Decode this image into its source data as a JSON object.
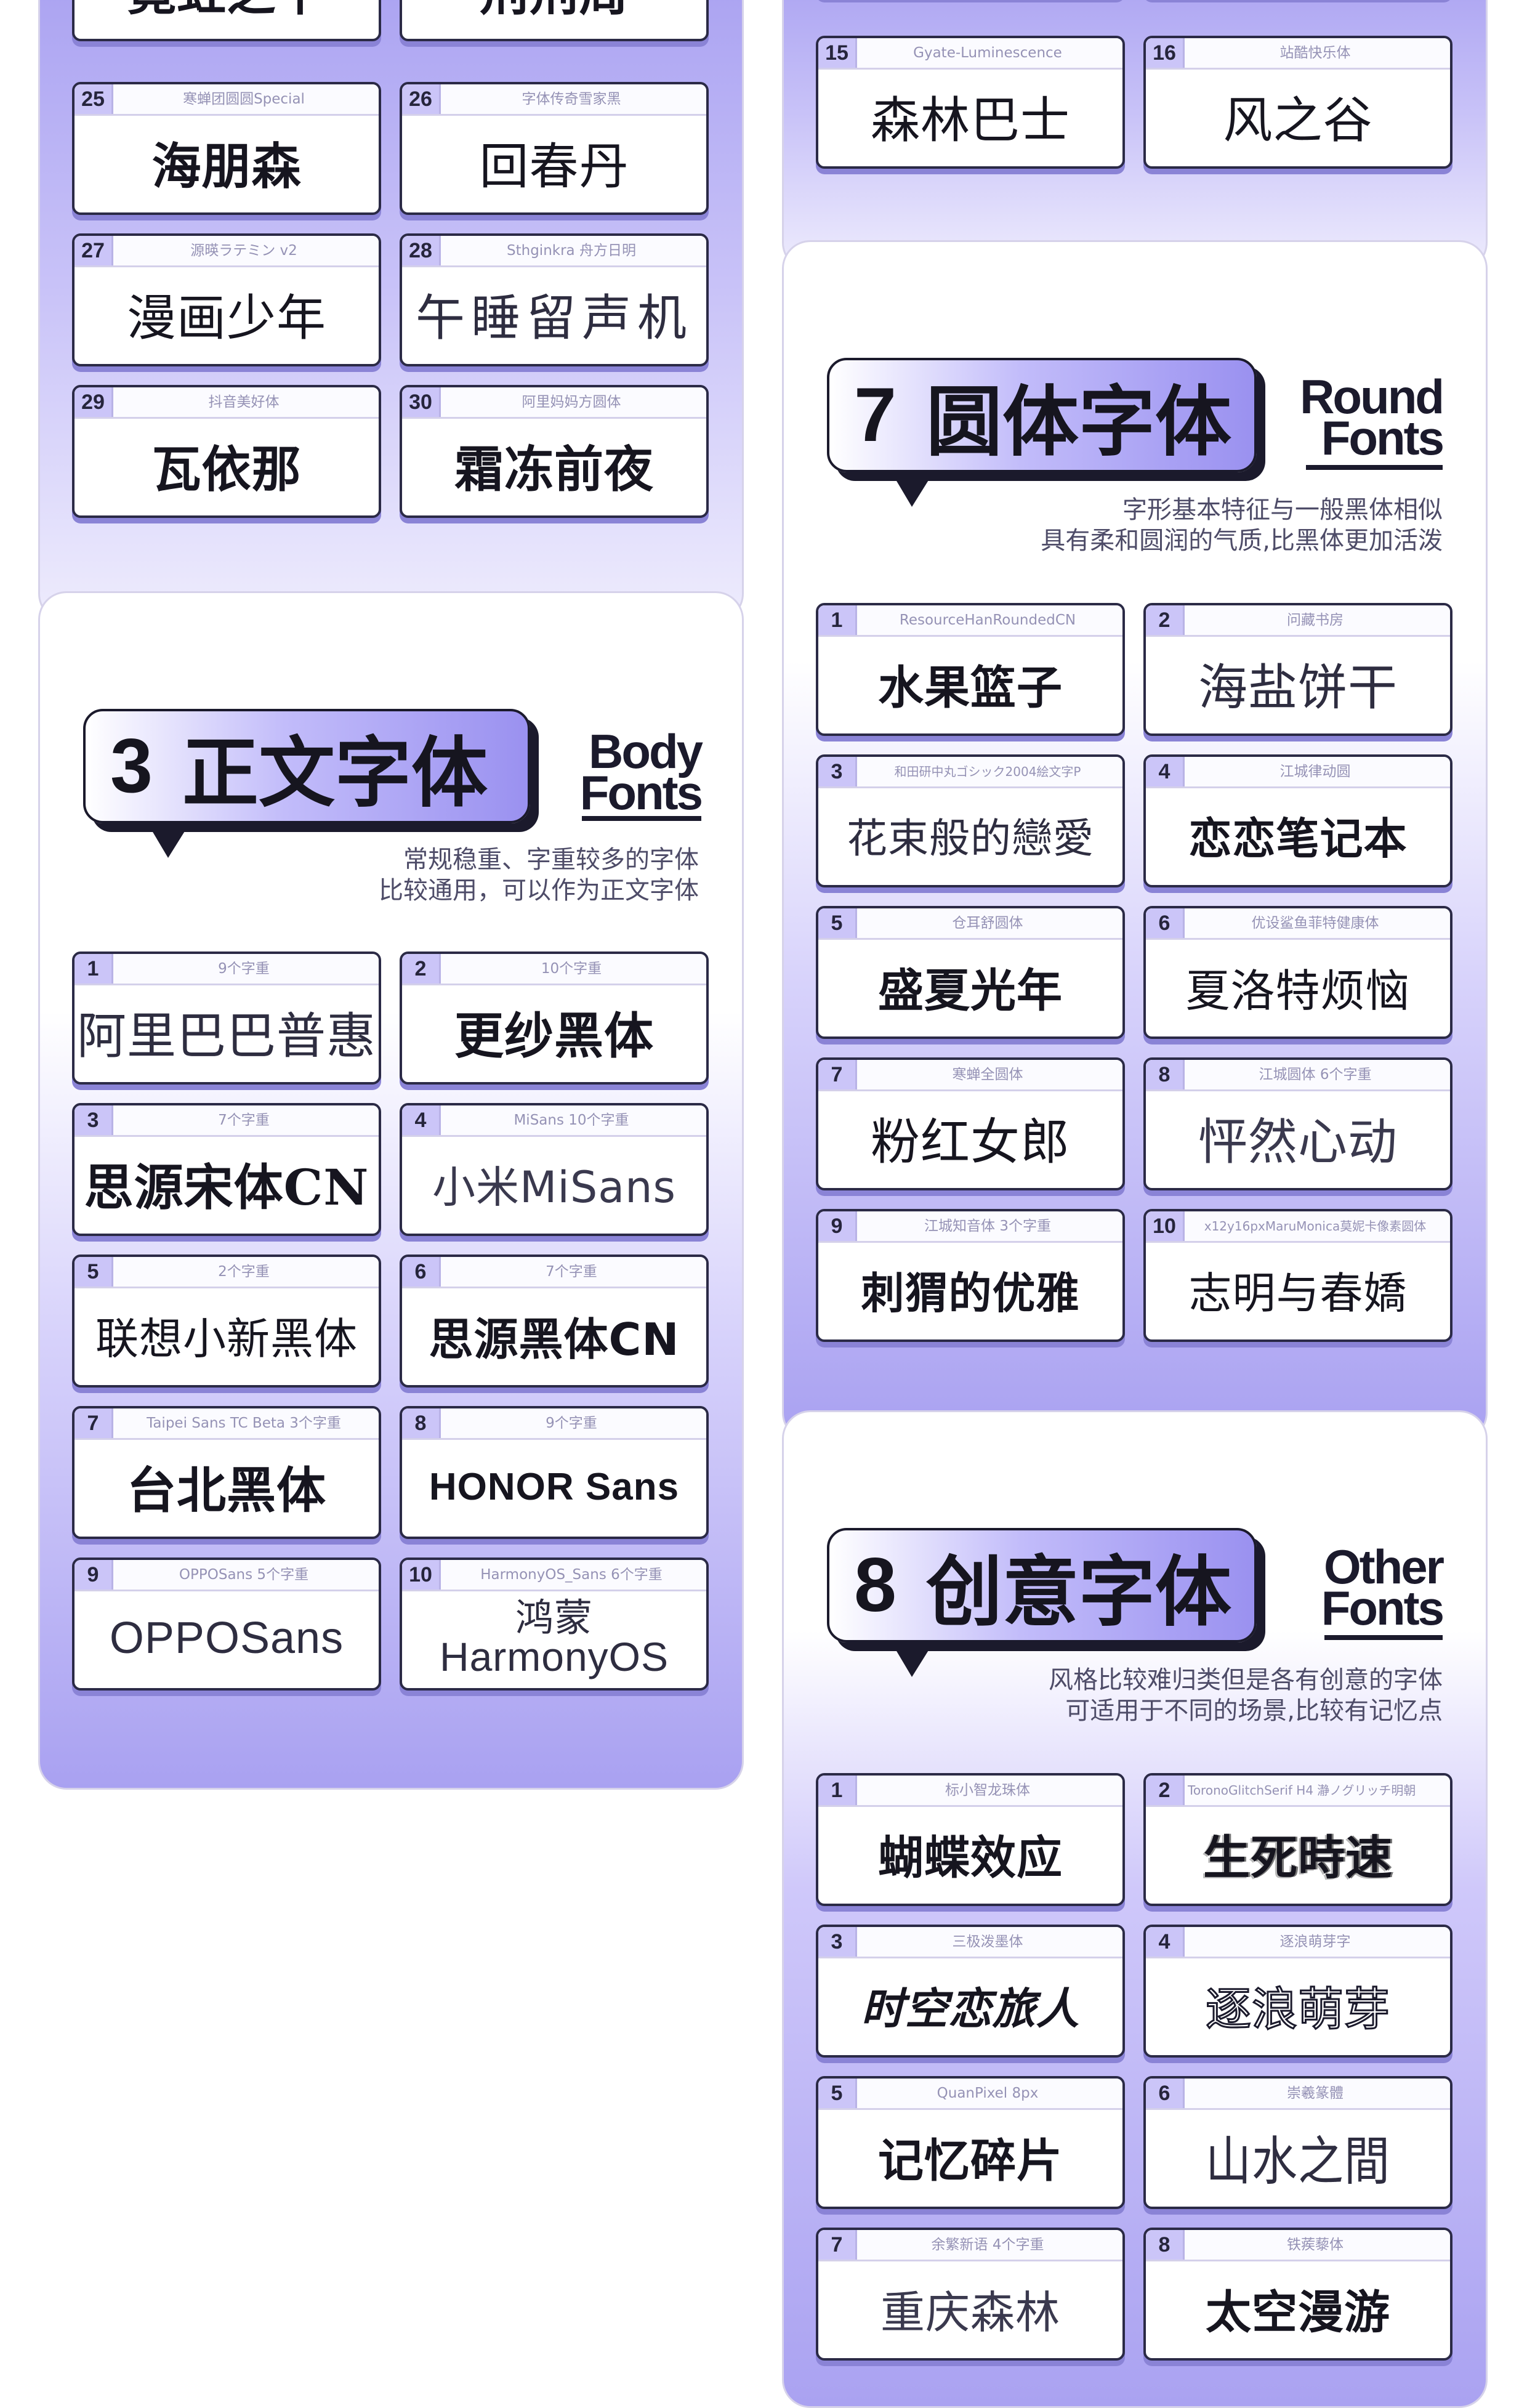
{
  "sections": {
    "s2_tail": {
      "top_partial": [
        "霓虹之下",
        "荆荆周"
      ],
      "cards": [
        {
          "num": "25",
          "sub": "寒蝉团圆圆Special",
          "name": "海朋森"
        },
        {
          "num": "26",
          "sub": "字体传奇雪家黑",
          "name": "回春丹"
        },
        {
          "num": "27",
          "sub": "源暎ラテミン v2",
          "name": "漫画少年"
        },
        {
          "num": "28",
          "sub": "Sthginkra 舟方日明",
          "name": "午睡留声机"
        },
        {
          "num": "29",
          "sub": "抖音美好体",
          "name": "瓦依那"
        },
        {
          "num": "30",
          "sub": "阿里妈妈方圆体",
          "name": "霜冻前夜"
        }
      ]
    },
    "s3": {
      "number": "3",
      "title": "正文字体",
      "en_line1": "Body",
      "en_line2": "Fonts",
      "desc_line1": "常规稳重、字重较多的字体",
      "desc_line2": "比较通用，可以作为正文字体",
      "cards": [
        {
          "num": "1",
          "sub": "9个字重",
          "name": "阿里巴巴普惠"
        },
        {
          "num": "2",
          "sub": "10个字重",
          "name": "更纱黑体"
        },
        {
          "num": "3",
          "sub": "7个字重",
          "name": "思源宋体CN"
        },
        {
          "num": "4",
          "sub": "MiSans 10个字重",
          "name": "小米MiSans"
        },
        {
          "num": "5",
          "sub": "2个字重",
          "name": "联想小新黑体"
        },
        {
          "num": "6",
          "sub": "7个字重",
          "name": "思源黑体CN"
        },
        {
          "num": "7",
          "sub": "Taipei Sans TC Beta 3个字重",
          "name": "台北黑体"
        },
        {
          "num": "8",
          "sub": "9个字重",
          "name": "HONOR Sans"
        },
        {
          "num": "9",
          "sub": "OPPOSans 5个字重",
          "name": "OPPOSans"
        },
        {
          "num": "10",
          "sub": "HarmonyOS_Sans 6个字重",
          "name_line1": "鸿蒙",
          "name_line2": "HarmonyOS"
        }
      ]
    },
    "s6_tail": {
      "cards": [
        {
          "num": "15",
          "sub": "Gyate-Luminescence",
          "name": "森林巴士"
        },
        {
          "num": "16",
          "sub": "站酷快乐体",
          "name": "风之谷"
        }
      ]
    },
    "s7": {
      "number": "7",
      "title": "圆体字体",
      "en_line1": "Round",
      "en_line2": "Fonts",
      "desc_line1": "字形基本特征与一般黑体相似",
      "desc_line2": "具有柔和圆润的气质,比黑体更加活泼",
      "cards": [
        {
          "num": "1",
          "sub": "ResourceHanRoundedCN",
          "name": "水果篮子"
        },
        {
          "num": "2",
          "sub": "问藏书房",
          "name": "海盐饼干"
        },
        {
          "num": "3",
          "sub": "和田研中丸ゴシック2004絵文字P",
          "name": "花束般的戀愛"
        },
        {
          "num": "4",
          "sub": "江城律动圆",
          "name": "恋恋笔记本"
        },
        {
          "num": "5",
          "sub": "仓耳舒圆体",
          "name": "盛夏光年"
        },
        {
          "num": "6",
          "sub": "优设鲨鱼菲特健康体",
          "name": "夏洛特烦恼"
        },
        {
          "num": "7",
          "sub": "寒蝉全圆体",
          "name": "粉红女郎"
        },
        {
          "num": "8",
          "sub": "江城圆体 6个字重",
          "name": "怦然心动"
        },
        {
          "num": "9",
          "sub": "江城知音体 3个字重",
          "name": "刺猬的优雅"
        },
        {
          "num": "10",
          "sub": "x12y16pxMaruMonica莫妮卡像素圆体",
          "name": "志明与春嬌"
        }
      ]
    },
    "s8": {
      "number": "8",
      "title": "创意字体",
      "en_line1": "Other",
      "en_line2": "Fonts",
      "desc_line1": "风格比较难归类但是各有创意的字体",
      "desc_line2": "可适用于不同的场景,比较有记忆点",
      "cards": [
        {
          "num": "1",
          "sub": "标小智龙珠体",
          "name": "蝴蝶效应"
        },
        {
          "num": "2",
          "sub": "ToronoGlitchSerif H4 瀞ノグリッチ明朝",
          "name": "生死時速"
        },
        {
          "num": "3",
          "sub": "三极泼墨体",
          "name": "时空恋旅人"
        },
        {
          "num": "4",
          "sub": "逐浪萌芽字",
          "name": "逐浪萌芽"
        },
        {
          "num": "5",
          "sub": "QuanPixel 8px",
          "name": "记忆碎片"
        },
        {
          "num": "6",
          "sub": "崇羲篆體",
          "name": "山水之間"
        },
        {
          "num": "7",
          "sub": "余繁新语 4个字重",
          "name": "重庆森林"
        },
        {
          "num": "8",
          "sub": "铁蒺藜体",
          "name": "太空漫游"
        }
      ]
    }
  },
  "colors": {
    "accent_lavender": "#a9a1f1",
    "card_number_bg": "#cbc5f8",
    "card_border": "#2b2a46",
    "card_shadow": "#8a83d6",
    "text_dark": "#16151f"
  }
}
